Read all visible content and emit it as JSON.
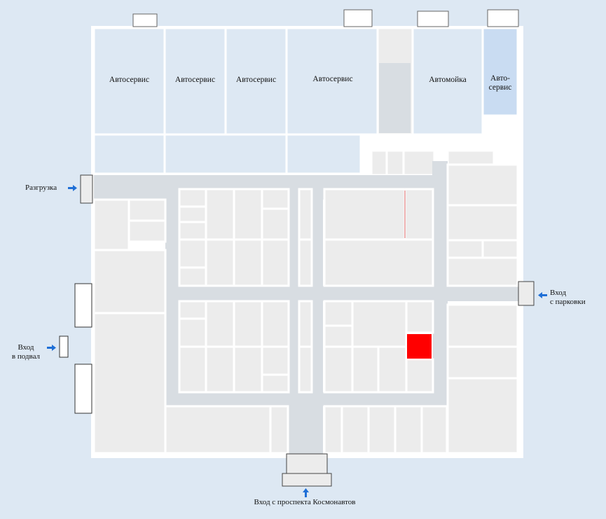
{
  "rooms": {
    "autoservice_1": "Автосервис",
    "autoservice_2": "Автосервис",
    "autoservice_3": "Автосервис",
    "autoservice_4": "Автосервис",
    "carwash": "Автомойка",
    "autoservice_5_line1": "Авто-",
    "autoservice_5_line2": "сервис"
  },
  "entrances": {
    "unloading": "Разгрузка",
    "parking_line1": "Вход",
    "parking_line2": "с парковки",
    "basement_line1": "Вход",
    "basement_line2": "в подвал",
    "main": "Вход с проспекта Космонавтов"
  },
  "colors": {
    "background": "#dde8f3",
    "room": "#ececec",
    "corridor": "#d8dde2",
    "highlight": "#ff0000",
    "arrow": "#1f6fd6"
  }
}
